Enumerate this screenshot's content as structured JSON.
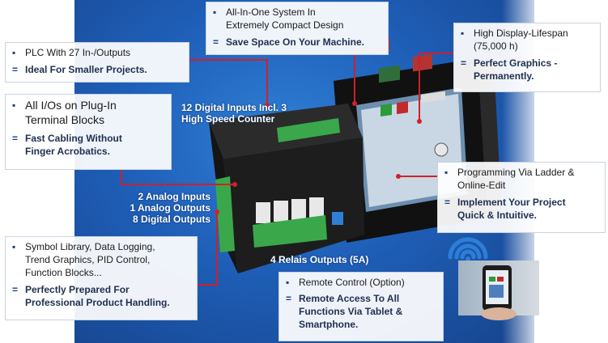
{
  "boxes": {
    "plc": {
      "bullet": "PLC With 27 In-/Outputs",
      "detail": "Ideal For Smaller Projects."
    },
    "terminals": {
      "bullet_line1": "All I/Os on Plug-In",
      "bullet_line2": "Terminal Blocks",
      "detail_line1": "Fast Cabling Without",
      "detail_line2": "Finger Acrobatics."
    },
    "compact": {
      "bullet_line1": "All-In-One System In",
      "bullet_line2": "Extremely Compact Design",
      "detail": "Save Space On Your Machine."
    },
    "display": {
      "bullet_line1": "High Display-Lifespan",
      "bullet_line2": "(75,000 h)",
      "detail_line1": "Perfect Graphics -",
      "detail_line2": "Permanently."
    },
    "programming": {
      "bullet_line1": "Programming Via Ladder &",
      "bullet_line2": "Online-Edit",
      "detail_line1": "Implement Your Project",
      "detail_line2": "Quick & Intuitive."
    },
    "symbols": {
      "bullet_line1": "Symbol Library, Data Logging,",
      "bullet_line2": "Trend Graphics, PID Control,",
      "bullet_line3": "Function Blocks...",
      "detail_line1": "Perfectly Prepared For",
      "detail_line2": "Professional Product Handling."
    },
    "remote": {
      "bullet": "Remote Control (Option)",
      "detail_line1": "Remote Access To All",
      "detail_line2": "Functions Via Tablet &",
      "detail_line3": "Smartphone."
    }
  },
  "markers": {
    "bullet": "▪",
    "equals": "="
  },
  "labels": {
    "digital_inputs_line1": "12 Digital Inputs Incl. 3",
    "digital_inputs_line2": "High Speed Counter",
    "analog_inputs": "2 Analog Inputs",
    "analog_outputs": "1 Analog Outputs",
    "digital_outputs": "8 Digital Outputs",
    "relay_outputs": "4 Relais Outputs (5A)"
  },
  "colors": {
    "background_blue": "#1f5fb8",
    "connector_red": "#d0202a",
    "terminal_green": "#3aa84a",
    "device_black": "#1a1a1a"
  },
  "icons": [
    "wifi-icon",
    "smartphone-icon",
    "plc-device",
    "hmi-display"
  ]
}
